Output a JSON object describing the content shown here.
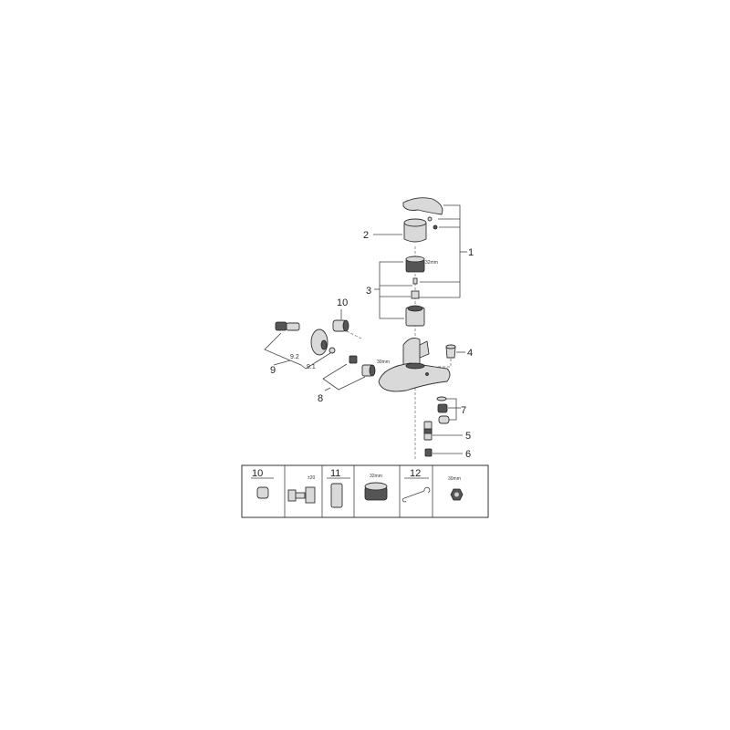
{
  "diagram": {
    "part_labels": {
      "p1": "1",
      "p2": "2",
      "p3": "3",
      "p4": "4",
      "p5": "5",
      "p6": "6",
      "p7": "7",
      "p8": "8",
      "p9": "9",
      "p9_1": "9.1",
      "p9_2": "9.2",
      "p10": "10"
    },
    "dimensions": {
      "cartridge_nut": "32mm",
      "nut": "30mm"
    }
  },
  "accessories_table": {
    "cells": [
      {
        "label": "10"
      },
      {
        "label": "±20"
      },
      {
        "label": "11"
      },
      {
        "label": "32mm"
      },
      {
        "label": "12"
      },
      {
        "label": "30mm"
      }
    ]
  }
}
